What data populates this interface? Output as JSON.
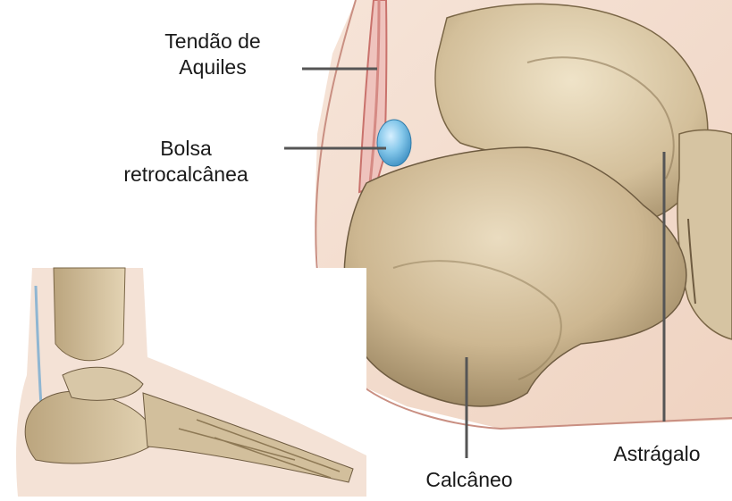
{
  "labels": {
    "achilles_line1": "Tendão de",
    "achilles_line2": "Aquiles",
    "bursa_line1": "Bolsa",
    "bursa_line2": "retrocalcânea",
    "talus": "Astrágalo",
    "calcaneus": "Calcâneo"
  },
  "colors": {
    "skin": "#f3ddd0",
    "bone": "#d8c7a7",
    "bone_shadow": "#8f7a58",
    "bone_dark": "#6e5b40",
    "tendon": "#e7a7a1",
    "bursa": "#7fc4e6",
    "leader_line": "#555555"
  }
}
